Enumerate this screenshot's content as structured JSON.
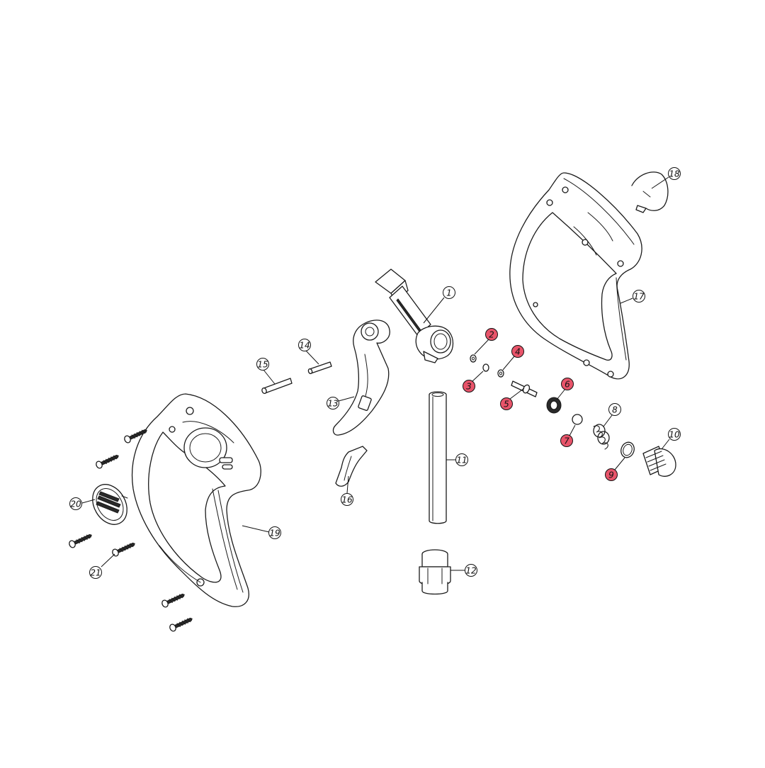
{
  "diagram": {
    "highlight_color": "#e8546a",
    "normal_color": "#ffffff",
    "callouts": [
      {
        "id": "c1",
        "label": "1",
        "highlighted": false
      },
      {
        "id": "c2",
        "label": "2",
        "highlighted": true
      },
      {
        "id": "c3",
        "label": "3",
        "highlighted": true
      },
      {
        "id": "c4",
        "label": "4",
        "highlighted": true
      },
      {
        "id": "c5",
        "label": "5",
        "highlighted": true
      },
      {
        "id": "c6",
        "label": "6",
        "highlighted": true
      },
      {
        "id": "c7",
        "label": "7",
        "highlighted": true
      },
      {
        "id": "c8",
        "label": "8",
        "highlighted": false
      },
      {
        "id": "c9",
        "label": "9",
        "highlighted": true
      },
      {
        "id": "c10",
        "label": "10",
        "highlighted": false
      },
      {
        "id": "c11",
        "label": "11",
        "highlighted": false
      },
      {
        "id": "c12",
        "label": "12",
        "highlighted": false
      },
      {
        "id": "c13",
        "label": "13",
        "highlighted": false
      },
      {
        "id": "c14",
        "label": "14",
        "highlighted": false
      },
      {
        "id": "c15",
        "label": "15",
        "highlighted": false
      },
      {
        "id": "c16",
        "label": "16",
        "highlighted": false
      },
      {
        "id": "c17",
        "label": "17",
        "highlighted": false
      },
      {
        "id": "c18",
        "label": "18",
        "highlighted": false
      },
      {
        "id": "c19",
        "label": "19",
        "highlighted": false
      },
      {
        "id": "c20",
        "label": "20",
        "highlighted": false
      },
      {
        "id": "c21",
        "label": "21",
        "highlighted": false
      }
    ]
  }
}
